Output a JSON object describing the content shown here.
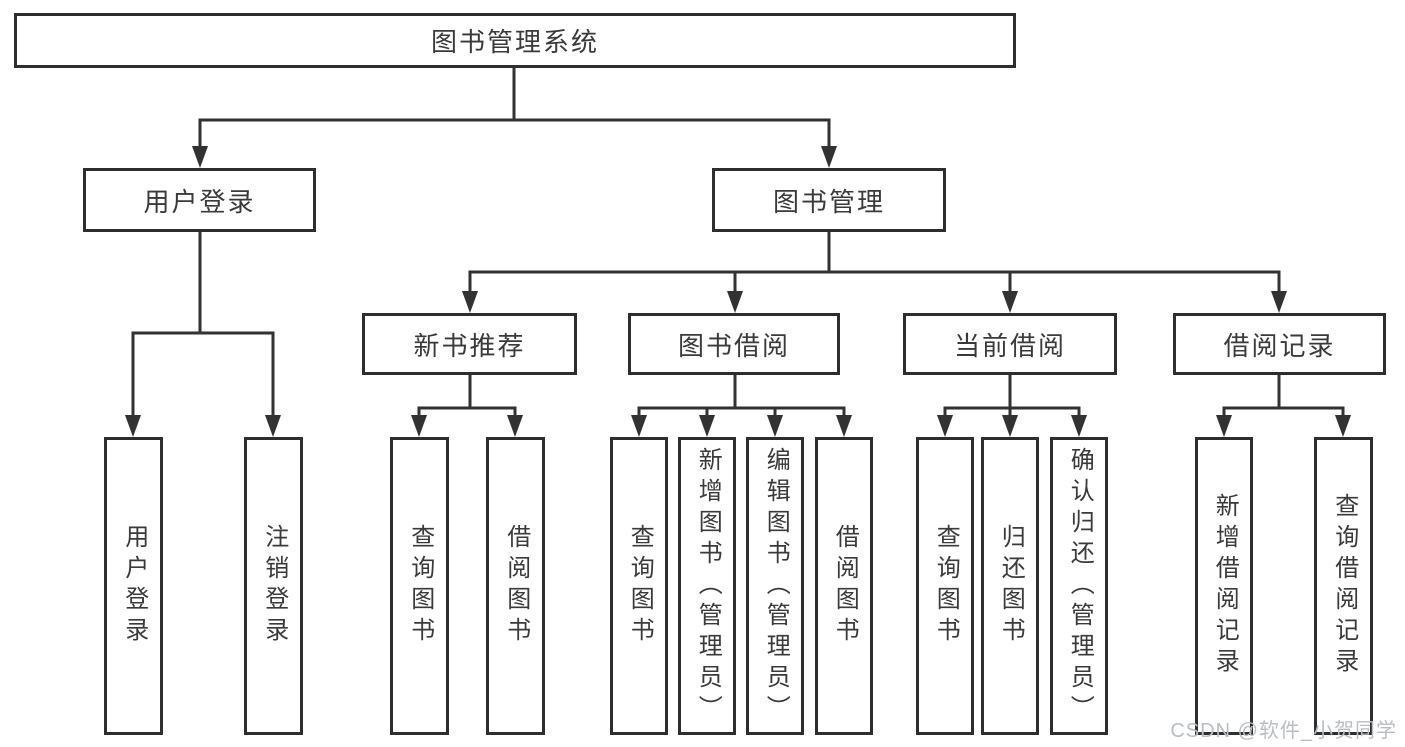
{
  "diagram": {
    "root": {
      "label": "图书管理系统",
      "children": [
        {
          "label": "用户登录",
          "children": [
            {
              "label": "用户登录"
            },
            {
              "label": "注销登录"
            }
          ]
        },
        {
          "label": "图书管理",
          "children": [
            {
              "label": "新书推荐",
              "children": [
                {
                  "label": "查询图书"
                },
                {
                  "label": "借阅图书"
                }
              ]
            },
            {
              "label": "图书借阅",
              "children": [
                {
                  "label": "查询图书"
                },
                {
                  "label": "新增图书（管理员）"
                },
                {
                  "label": "编辑图书（管理员）"
                },
                {
                  "label": "借阅图书"
                }
              ]
            },
            {
              "label": "当前借阅",
              "children": [
                {
                  "label": "查询图书"
                },
                {
                  "label": "归还图书"
                },
                {
                  "label": "确认归还（管理员）"
                }
              ]
            },
            {
              "label": "借阅记录",
              "children": [
                {
                  "label": "新增借阅记录"
                },
                {
                  "label": "查询借阅记录"
                }
              ]
            }
          ]
        }
      ]
    }
  },
  "watermark": {
    "text": "CSDN @软件_小贺同学"
  },
  "colors": {
    "line": "#323232",
    "box_border": "#2e2e2e",
    "text": "#3a3a3a",
    "background": "#ffffff",
    "watermark": "#b9bec6"
  }
}
